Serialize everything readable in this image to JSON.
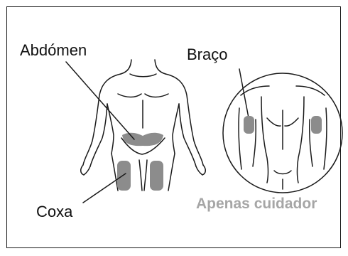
{
  "labels": {
    "abdomen": "Abdómen",
    "arm": "Braço",
    "thigh": "Coxa",
    "caregiver_only": "Apenas cuidador"
  },
  "colors": {
    "outline": "#1a1a1a",
    "injection_site": "#8c8c8c",
    "caregiver_text": "#a6a6a6"
  },
  "icons": {
    "front_body": "front-body-figure",
    "back_view": "back-upper-arms-figure"
  }
}
